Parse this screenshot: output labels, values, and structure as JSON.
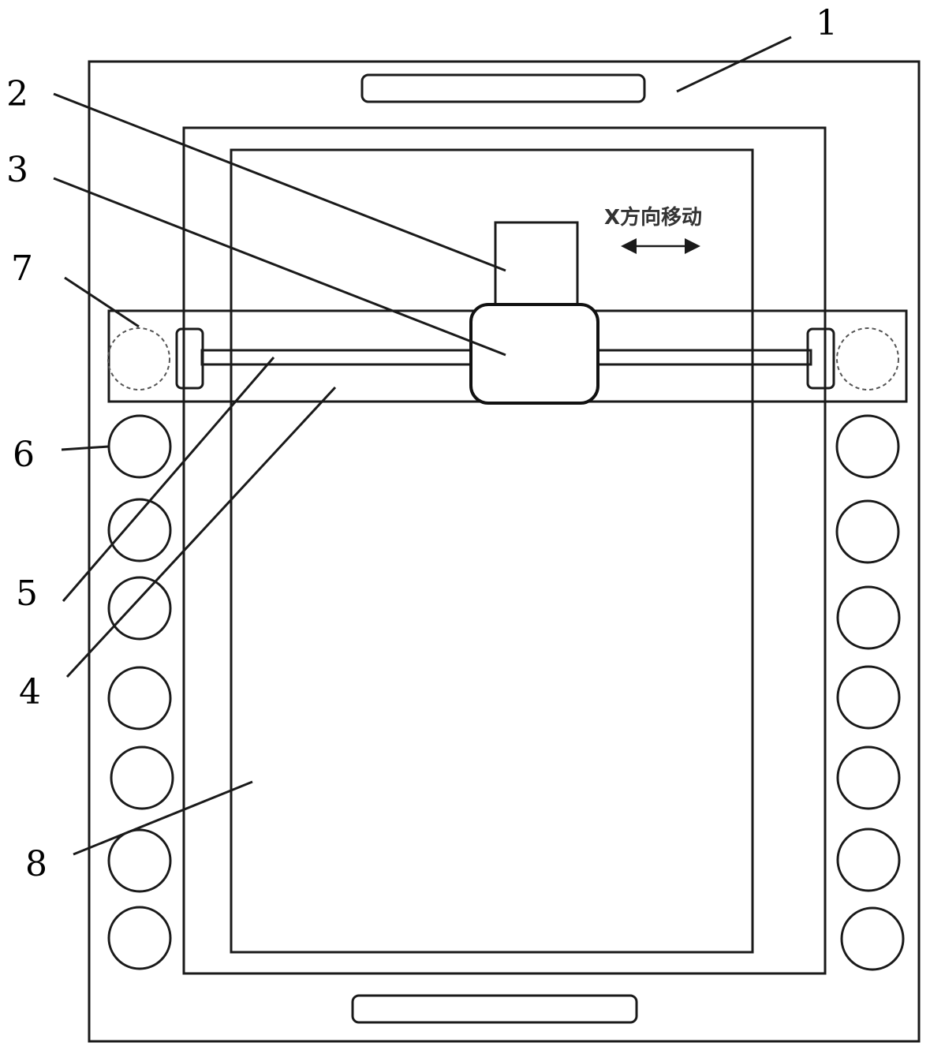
{
  "labels": {
    "n1": "1",
    "n2": "2",
    "n3": "3",
    "n4": "4",
    "n5": "5",
    "n6": "6",
    "n7": "7",
    "n8": "8"
  },
  "motion_caption": "X方向移动",
  "colors": {
    "line": "#1a1a1a",
    "dashed": "#555555",
    "background": "#ffffff"
  }
}
